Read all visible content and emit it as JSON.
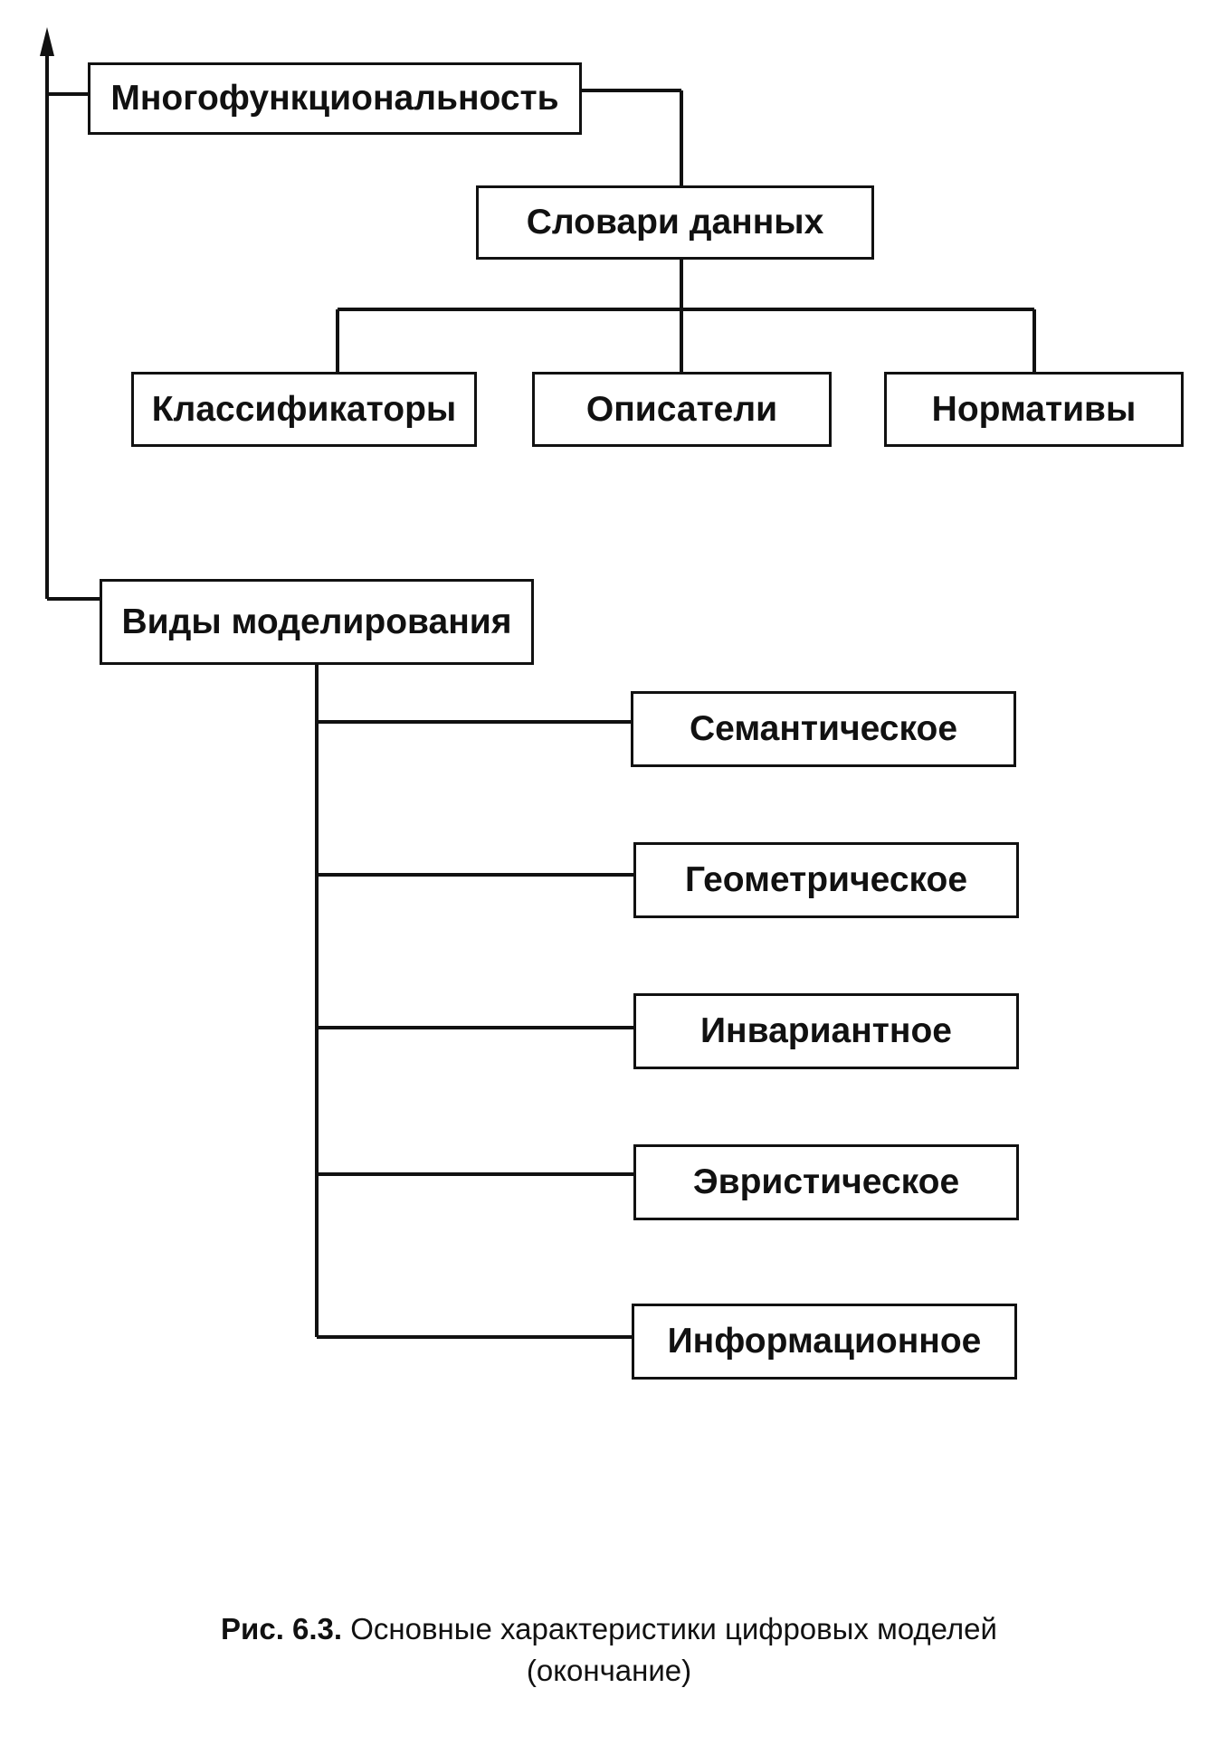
{
  "nodes": {
    "multifunctionality": "Многофункциональность",
    "data_dictionaries": "Словари данных",
    "classifiers": "Классификаторы",
    "descriptors": "Описатели",
    "normatives": "Нормативы",
    "modeling_types": "Виды моделирования",
    "semantic": "Семантическое",
    "geometric": "Геометрическое",
    "invariant": "Инвариантное",
    "heuristic": "Эвристическое",
    "informational": "Информационное"
  },
  "caption": {
    "label": "Рис. 6.3.",
    "text": "Основные характеристики цифровых моделей",
    "text2": "(окончание)"
  },
  "colors": {
    "line": "#111111",
    "background": "#ffffff"
  }
}
